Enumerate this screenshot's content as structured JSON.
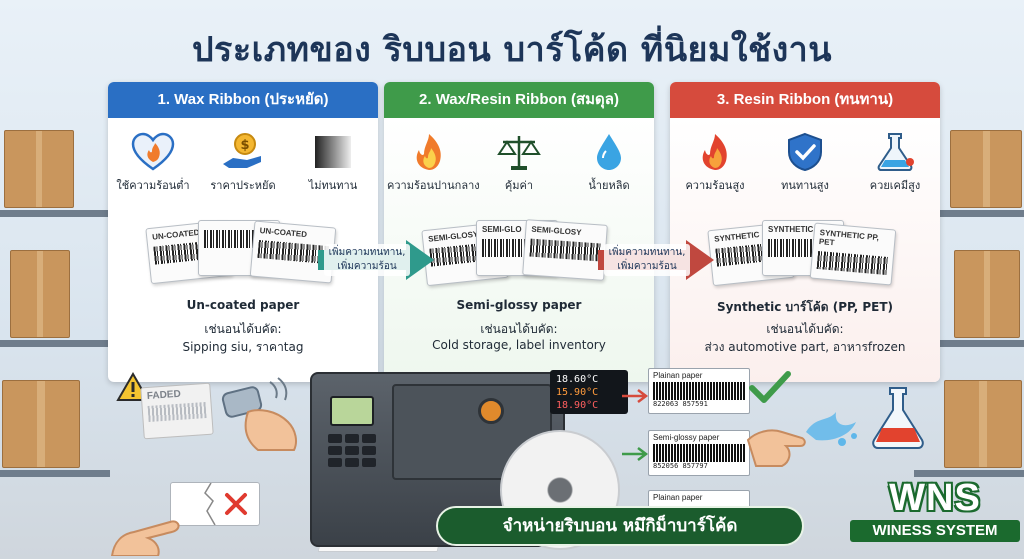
{
  "title": "ประเภทของ ริบบอน บาร์โค้ด ที่นิยมใช้งาน",
  "panels": [
    {
      "header": "1. Wax Ribbon (ประหยัด)",
      "color": "#2a6fc4",
      "icons": [
        {
          "icon": "heart-flame-icon",
          "label": "ใช้ความร้อนต่ำ"
        },
        {
          "icon": "coin-hand-icon",
          "label": "ราคาประหยัด"
        },
        {
          "icon": "fade-gradient-icon",
          "label": "ไม่ทนทาน"
        }
      ],
      "papers": [
        "UN-COATED",
        "",
        "UN-COATED"
      ],
      "paper_type": "Un-coated paper",
      "usage_heading": "เช่นอนได้บคัด:",
      "usage": "Sipping siu, ราคาtag"
    },
    {
      "header": "2. Wax/Resin Ribbon (สมดุล)",
      "color": "#3f9b4a",
      "icons": [
        {
          "icon": "flame-icon",
          "label": "ความร้อนปานกลาง"
        },
        {
          "icon": "scale-icon",
          "label": "คุ้มค่า"
        },
        {
          "icon": "water-drop-icon",
          "label": "น้ำยหลิด"
        }
      ],
      "papers": [
        "SEMI-GLOSY",
        "SEMI-GLO",
        "SEMI-GLOSY"
      ],
      "paper_type": "Semi-glossy paper",
      "usage_heading": "เช่นอนได้บคัด:",
      "usage": "Cold storage, label inventory"
    },
    {
      "header": "3. Resin Ribbon (ทนทาน)",
      "color": "#d64b3d",
      "icons": [
        {
          "icon": "flame-icon",
          "label": "ความร้อนสูง"
        },
        {
          "icon": "shield-check-icon",
          "label": "ทนทานสูง"
        },
        {
          "icon": "flask-icon",
          "label": "ควยเคมีสูง"
        }
      ],
      "papers": [
        "SYNTHETIC",
        "SYNTHETIC",
        "SYNTHETIC PP, PET"
      ],
      "paper_type": "Synthetic บาร์โค้ด (PP, PET)",
      "usage_heading": "เช่นอนได้บคัด:",
      "usage": "ส่วง automotive part, อาหารfrozen"
    }
  ],
  "arrows": [
    {
      "text": "เพิ่มความทนทาน, เพิ่มความร้อน",
      "color": "#2f9a8c"
    },
    {
      "text": "เพิ่มความทนทาน, เพิ่มความร้อน",
      "color": "#c0483f"
    }
  ],
  "faded_label": "FADED",
  "temperatures": [
    "18.60°C",
    "15.90°C",
    "18.90°C"
  ],
  "samples": [
    {
      "title": "Plainan paper",
      "number": "822063 857591"
    },
    {
      "title": "Semi-glossy paper",
      "number": "852056 857797"
    },
    {
      "title": "Plainan paper",
      "number": ""
    }
  ],
  "banner": "จำหน่ายริบบอน หมึกิม็าบาร์โค้ด",
  "logo": {
    "main": "WNS",
    "sub": "WINESS SYSTEM"
  }
}
